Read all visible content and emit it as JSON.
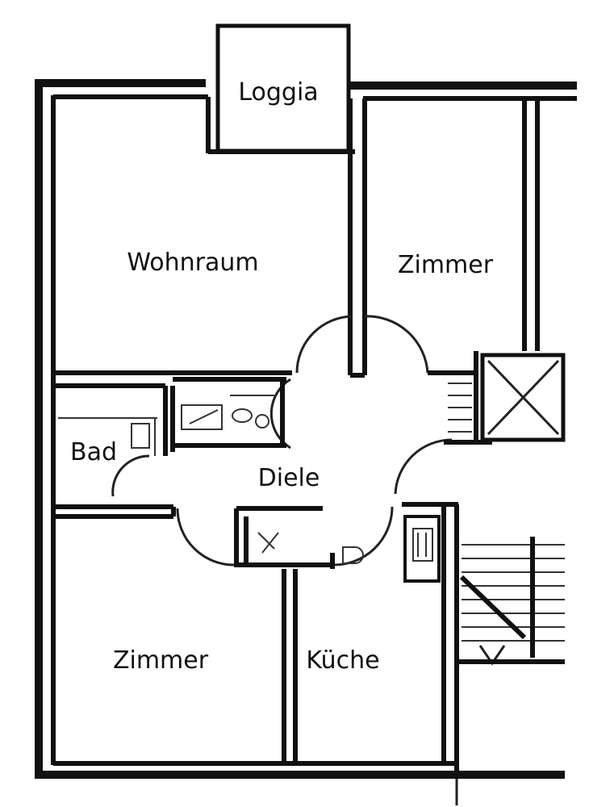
{
  "rooms": {
    "loggia": "Loggia",
    "wohnraum": "Wohnraum",
    "zimmer_right": "Zimmer",
    "bad": "Bad",
    "diele": "Diele",
    "zimmer_bottom": "Zimmer",
    "kueche": "Küche"
  },
  "icons": {
    "stairs": "staircase-icon",
    "shaft": "elevator-shaft-icon"
  },
  "colors": {
    "wall": "#111111",
    "background": "#ffffff"
  }
}
